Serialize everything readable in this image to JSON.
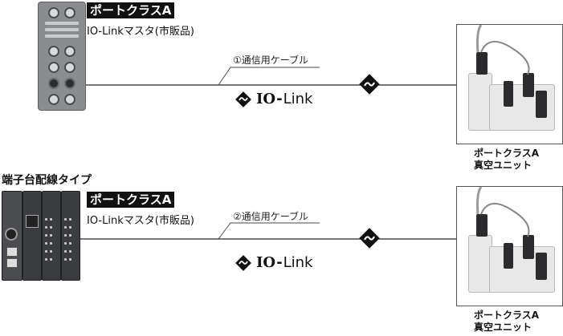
{
  "top": {
    "master_title": "ポートクラスA",
    "master_subtitle": "IO-Linkマスタ(市販品)",
    "cable_label": "①通信用ケーブル",
    "iolink_io": "IO",
    "iolink_sep": "-",
    "iolink_link": "Link",
    "unit_caption_line1": "ポートクラスA",
    "unit_caption_line2": "真空ユニット"
  },
  "bottom": {
    "section_title": "端子台配線タイプ",
    "master_title": "ポートクラスA",
    "master_subtitle": "IO-Linkマスタ(市販品)",
    "cable_label": "②通信用ケーブル",
    "iolink_io": "IO",
    "iolink_sep": "-",
    "iolink_link": "Link",
    "unit_caption_line1": "ポートクラスA",
    "unit_caption_line2": "真空ユニット"
  },
  "colors": {
    "line": "#4a4a4a",
    "label_bg": "#111111",
    "device_gray": "#8a8c90"
  },
  "icons": [
    "io-link-logo-icon",
    "connector-icon"
  ]
}
